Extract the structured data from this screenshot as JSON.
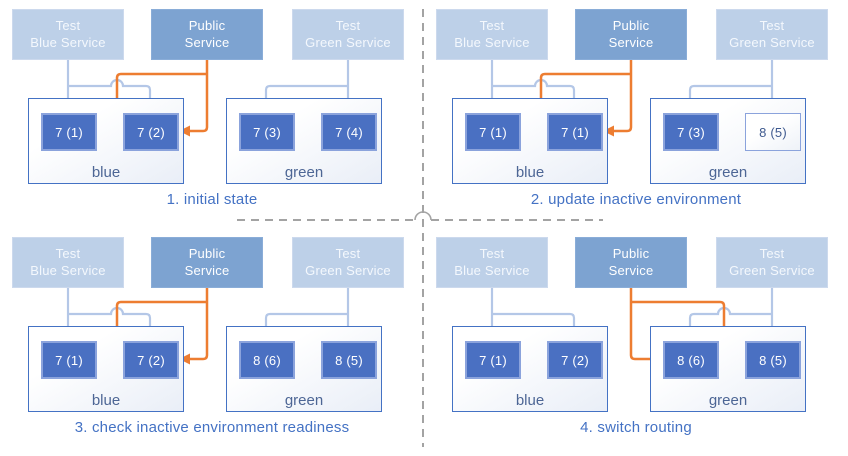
{
  "colors": {
    "test_service_fill": "#bdd0e8",
    "public_service_fill": "#7da3d1",
    "pod_fill": "#4a70c2",
    "pod_border": "#8ba3dc",
    "pod_text": "#ffffff",
    "outline_pod_text": "#3f5a8f",
    "env_border": "#4472c4",
    "env_label": "#4d6695",
    "light_arrow": "#b4c7e7",
    "light_arrow_head": "#a5bbdf",
    "orange_arrow": "#ed7d31",
    "caption_text": "#4472c4",
    "divider": "#a3a3a3"
  },
  "panels": [
    {
      "caption": "1. initial state",
      "public_route": "blue",
      "services": {
        "test_blue": "Test\nBlue Service",
        "public": "Public\nService",
        "test_green": "Test\nGreen Service"
      },
      "environments": [
        {
          "name": "blue",
          "pods": [
            {
              "label": "7 (1)",
              "style": "filled"
            },
            {
              "label": "7 (2)",
              "style": "filled"
            }
          ]
        },
        {
          "name": "green",
          "pods": [
            {
              "label": "7 (3)",
              "style": "filled"
            },
            {
              "label": "7 (4)",
              "style": "filled"
            }
          ]
        }
      ]
    },
    {
      "caption": "2. update inactive environment",
      "public_route": "blue",
      "services": {
        "test_blue": "Test\nBlue Service",
        "public": "Public\nService",
        "test_green": "Test\nGreen Service"
      },
      "environments": [
        {
          "name": "blue",
          "pods": [
            {
              "label": "7 (1)",
              "style": "filled"
            },
            {
              "label": "7 (1)",
              "style": "filled"
            }
          ]
        },
        {
          "name": "green",
          "pods": [
            {
              "label": "7 (3)",
              "style": "filled"
            },
            {
              "label": "8 (5)",
              "style": "outline"
            }
          ]
        }
      ]
    },
    {
      "caption": "3. check inactive environment readiness",
      "public_route": "blue",
      "services": {
        "test_blue": "Test\nBlue Service",
        "public": "Public\nService",
        "test_green": "Test\nGreen Service"
      },
      "environments": [
        {
          "name": "blue",
          "pods": [
            {
              "label": "7 (1)",
              "style": "filled"
            },
            {
              "label": "7 (2)",
              "style": "filled"
            }
          ]
        },
        {
          "name": "green",
          "pods": [
            {
              "label": "8 (6)",
              "style": "filled"
            },
            {
              "label": "8 (5)",
              "style": "filled"
            }
          ]
        }
      ]
    },
    {
      "caption": "4. switch routing",
      "public_route": "green",
      "services": {
        "test_blue": "Test\nBlue Service",
        "public": "Public\nService",
        "test_green": "Test\nGreen Service"
      },
      "environments": [
        {
          "name": "blue",
          "pods": [
            {
              "label": "7 (1)",
              "style": "filled"
            },
            {
              "label": "7 (2)",
              "style": "filled"
            }
          ]
        },
        {
          "name": "green",
          "pods": [
            {
              "label": "8 (6)",
              "style": "filled"
            },
            {
              "label": "8 (5)",
              "style": "filled"
            }
          ]
        }
      ]
    }
  ]
}
